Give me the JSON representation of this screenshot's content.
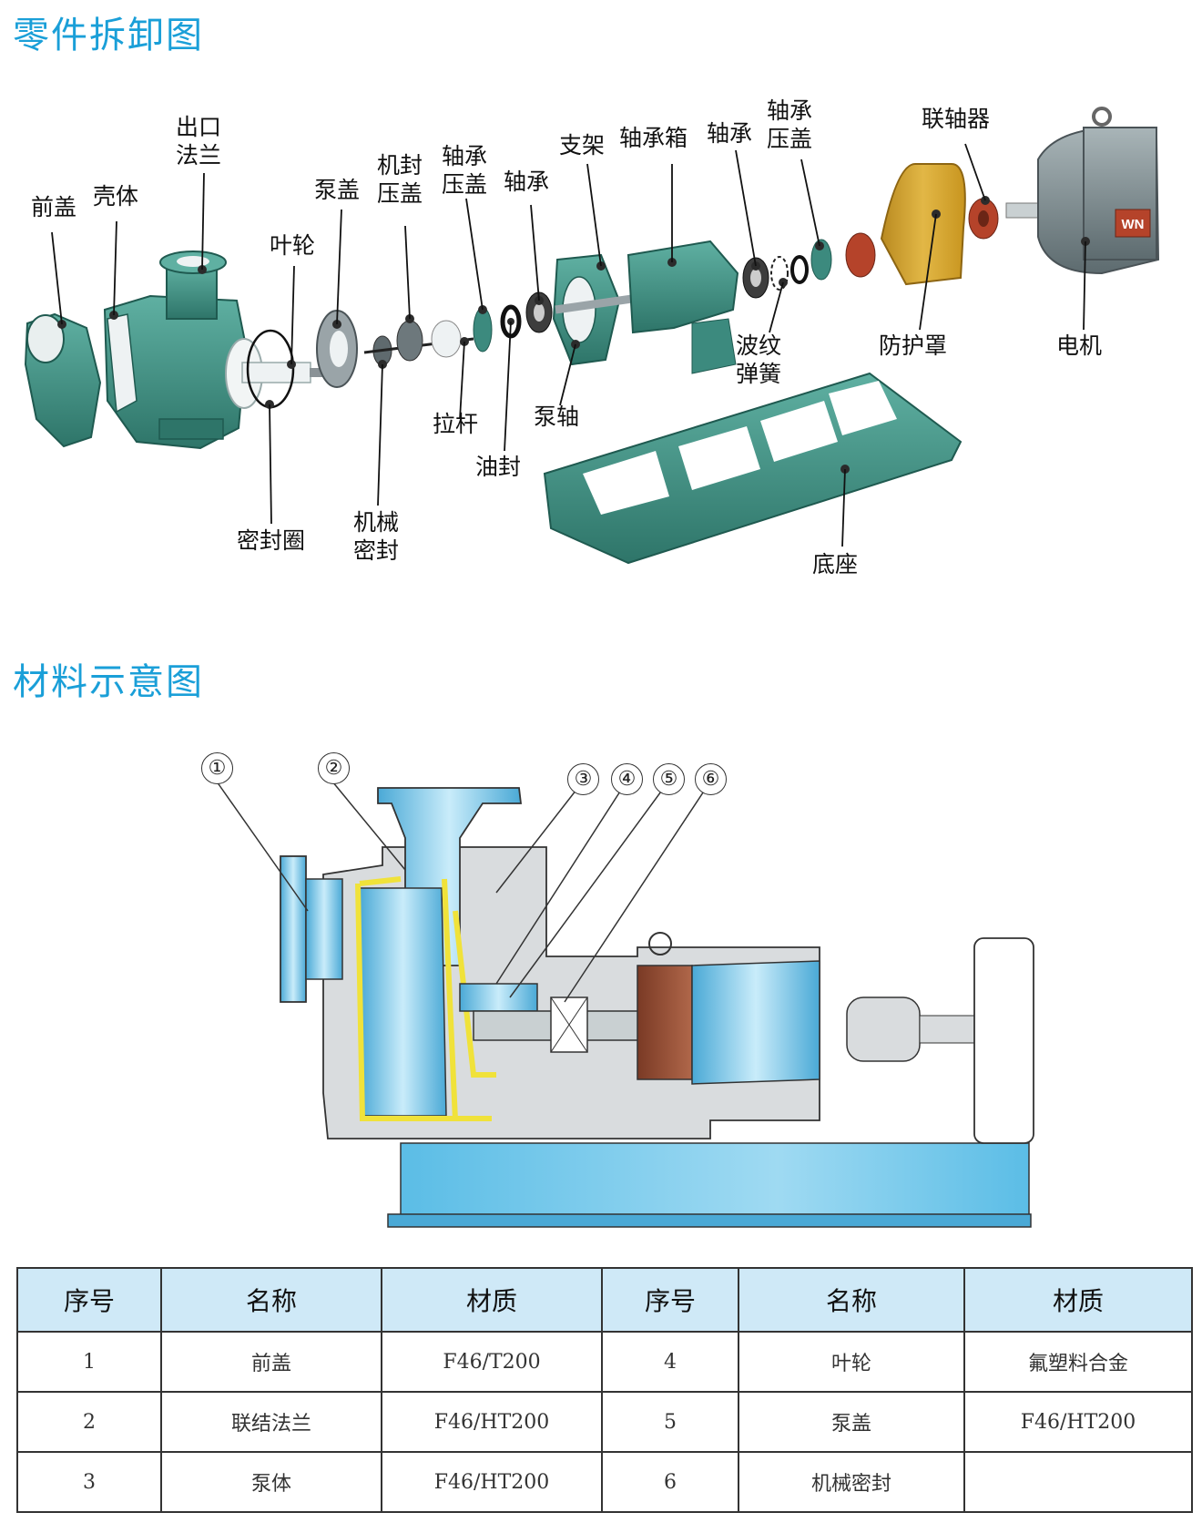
{
  "section1": {
    "title": "零件拆卸图",
    "labels": {
      "front_cover": "前盖",
      "shell": "壳体",
      "outlet_flange": "出口\n法兰",
      "impeller": "叶轮",
      "pump_cover": "泵盖",
      "seal_gland": "机封\n压盖",
      "bearing_gland_1": "轴承\n压盖",
      "bearing_1": "轴承",
      "bracket": "支架",
      "bearing_box": "轴承箱",
      "bearing_2": "轴承",
      "bearing_gland_2": "轴承\n压盖",
      "coupling": "联轴器",
      "seal_ring": "密封圈",
      "mech_seal": "机械\n密封",
      "tie_rod": "拉杆",
      "oil_seal": "油封",
      "pump_shaft": "泵轴",
      "wave_spring": "波纹\n弹簧",
      "guard": "防护罩",
      "motor": "电机",
      "base": "底座",
      "motor_brand": "WN"
    }
  },
  "section2": {
    "title": "材料示意图",
    "callouts": [
      "①",
      "②",
      "③",
      "④",
      "⑤",
      "⑥"
    ]
  },
  "table": {
    "headers": [
      "序号",
      "名称",
      "材质",
      "序号",
      "名称",
      "材质"
    ],
    "rows": [
      [
        "1",
        "前盖",
        "F46/T200",
        "4",
        "叶轮",
        "氟塑料合金"
      ],
      [
        "2",
        "联结法兰",
        "F46/HT200",
        "5",
        "泵盖",
        "F46/HT200"
      ],
      [
        "3",
        "泵体",
        "F46/HT200",
        "6",
        "机械密封",
        ""
      ]
    ]
  },
  "colors": {
    "title_blue": "#1a9fd8",
    "cast_green": "#3f8f82",
    "ptfe_white": "#eef2f3",
    "guard_yellow": "#d6a532",
    "coupling_red": "#b5432a",
    "motor_grey": "#7e8c90",
    "liquid_blue": "#6cc5e8",
    "liner_yellow": "#f0e23a",
    "header_blue": "#cfe9f7"
  }
}
